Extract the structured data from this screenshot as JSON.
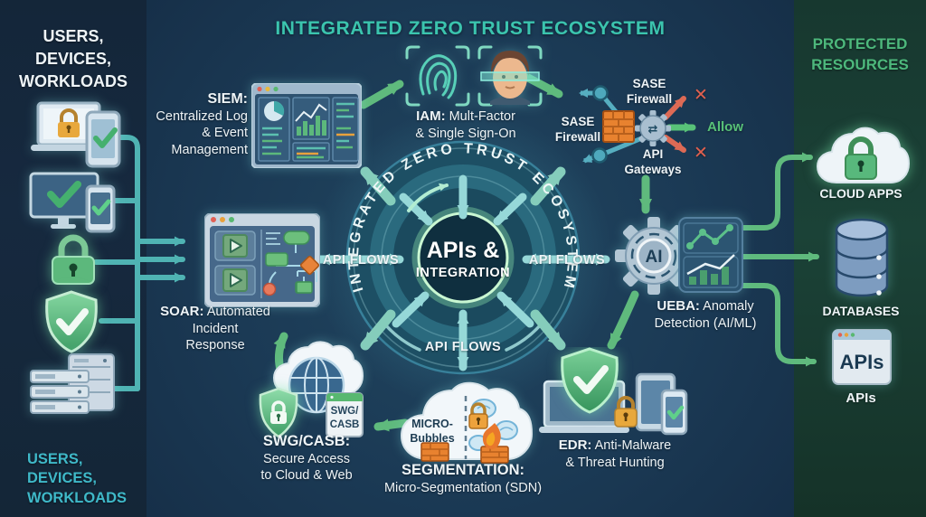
{
  "colors": {
    "accent_teal": "#3bc4ae",
    "accent_green": "#58b87c",
    "arrow_green": "#5fba7d",
    "connector_teal": "#4fb3b3",
    "alert_red": "#dd6a55",
    "firewall_orange": "#e8822f",
    "panel_green_bg": "#1b4237",
    "panel_navy_bg": "#16293f"
  },
  "header": {
    "title": "INTEGRATED ZERO TRUST ECOSYSTEM"
  },
  "left_panel": {
    "title": "USERS,\nDEVICES,\nWORKLOADS",
    "footer": "USERS, DEVICES,\nWORKLOADS",
    "icons": [
      "laptop-lock-phone",
      "monitor-check-phone",
      "padlock",
      "shield-check",
      "server-stack"
    ]
  },
  "right_panel": {
    "title": "PROTECTED\nRESOURCES",
    "cloud_apps": "CLOUD APPS",
    "databases": "DATABASES",
    "apis_window": "APIs",
    "apis": "APIs"
  },
  "hub": {
    "ring_text": "INTEGRATED ZERO TRUST ECOSYSTEM",
    "line1": "APIs &",
    "line2": "INTEGRATION",
    "flow_left": "API FLOWS",
    "flow_right": "API FLOWS",
    "flow_bottom": "API FLOWS"
  },
  "nodes": {
    "siem": {
      "t": "SIEM:",
      "d": "Centralized Log\n& Event\nManagement"
    },
    "iam": {
      "t": "IAM:",
      "d1": " Mult-Factor",
      "d2": "& Single Sign-On"
    },
    "sase_top": {
      "label": "SASE\nFirewall"
    },
    "sase_left": {
      "label": "SASE\nFirewall"
    },
    "gateways": {
      "label": "API\nGateways",
      "glyph": "⇄"
    },
    "allow": {
      "label": "Allow"
    },
    "deny": {
      "x1": "✕",
      "x2": "✕"
    },
    "ueba": {
      "t": "UEBA:",
      "d1": " Anomaly",
      "d2": "Detection (AI/ML)",
      "ai": "AI"
    },
    "edr": {
      "t": "EDR:",
      "d1": " Anti-Malware",
      "d2": "& Threat Hunting"
    },
    "segmentation": {
      "t": "SEGMENTATION:",
      "d": "Micro-Segmentation (SDN)",
      "cloud_label": "MICRO-\nBubbles"
    },
    "swg": {
      "t": "SWG/CASB:",
      "d": "Secure Access\nto Cloud & Web",
      "tag": "SWG/\nCASB"
    },
    "soar": {
      "t": "SOAR:",
      "d1": " Automated",
      "d2": "Incident",
      "d3": "Response"
    }
  }
}
